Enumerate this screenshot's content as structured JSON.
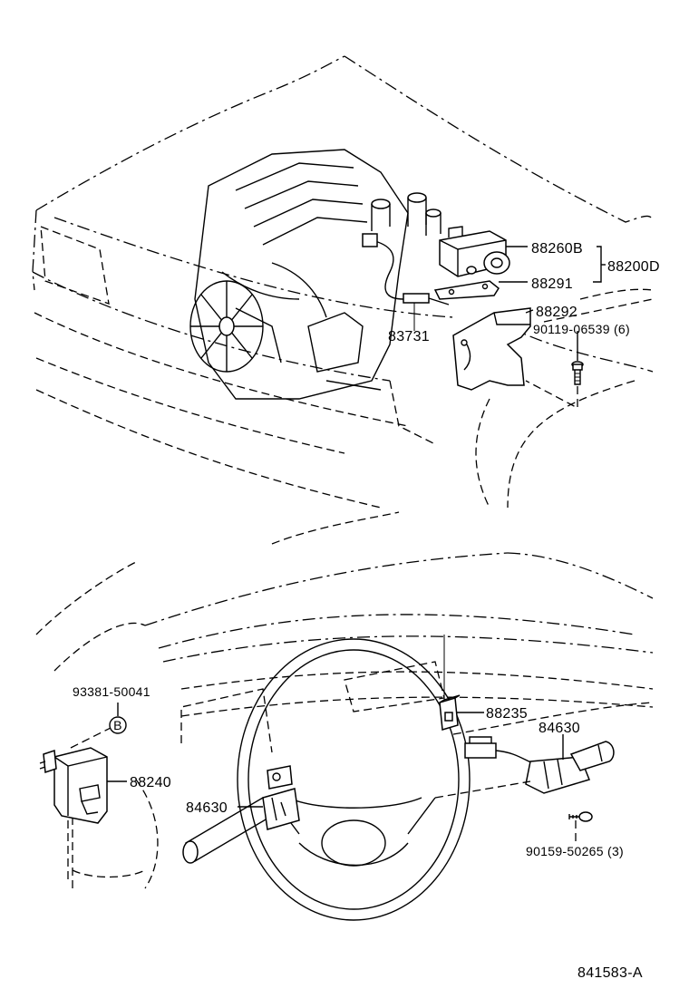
{
  "diagram_id": "841583-A",
  "callouts": {
    "p88260B": "88260B",
    "p88200D": "88200D",
    "p88291": "88291",
    "p88292": "88292",
    "p83731": "83731",
    "p90119": "90119-06539 (6)",
    "p93381": "93381-50041",
    "circleB": "B",
    "p88235": "88235",
    "p84630a": "84630",
    "p88240": "88240",
    "p84630b": "84630",
    "p90159": "90159-50265 (3)"
  }
}
